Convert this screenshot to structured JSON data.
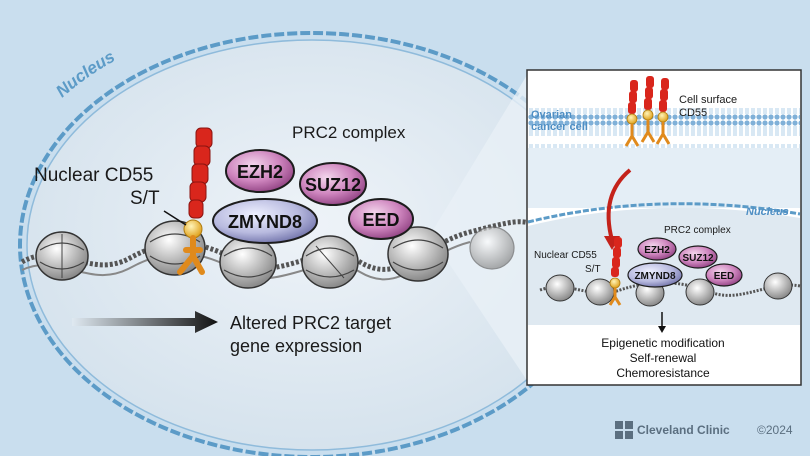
{
  "main": {
    "nucleus_label": "Nucleus",
    "complex_title": "PRC2 complex",
    "cd55_label": "Nuclear CD55",
    "st_label": "S/T",
    "proteins": {
      "ezh2": "EZH2",
      "suz12": "SUZ12",
      "zmynd8": "ZMYND8",
      "eed": "EED"
    },
    "result_line1": "Altered PRC2 target",
    "result_line2": "gene expression"
  },
  "inset": {
    "cell_label_line1": "Ovarian",
    "cell_label_line2": "cancer cell",
    "surface_line1": "Cell surface",
    "surface_line2": "CD55",
    "nucleus_label": "Nucleus",
    "complex_title": "PRC2 complex",
    "cd55_label": "Nuclear CD55",
    "st_label": "S/T",
    "proteins": {
      "ezh2": "EZH2",
      "suz12": "SUZ12",
      "zmynd8": "ZMYND8",
      "eed": "EED"
    },
    "outcomes": [
      "Epigenetic modification",
      "Self-renewal",
      "Chemoresistance"
    ]
  },
  "footer": {
    "brand": "Cleveland Clinic",
    "copyright": "©2024"
  },
  "colors": {
    "background": "#c9deee",
    "nucleus_fill": "#dfe9f1",
    "nucleus_border": "#5c9bc7",
    "pink_protein": "#c77bb4",
    "lilac_protein": "#aeb0dc",
    "cd55_red": "#d9261c",
    "linker_orange": "#f0a43a",
    "st_yellow": "#f4c446"
  }
}
